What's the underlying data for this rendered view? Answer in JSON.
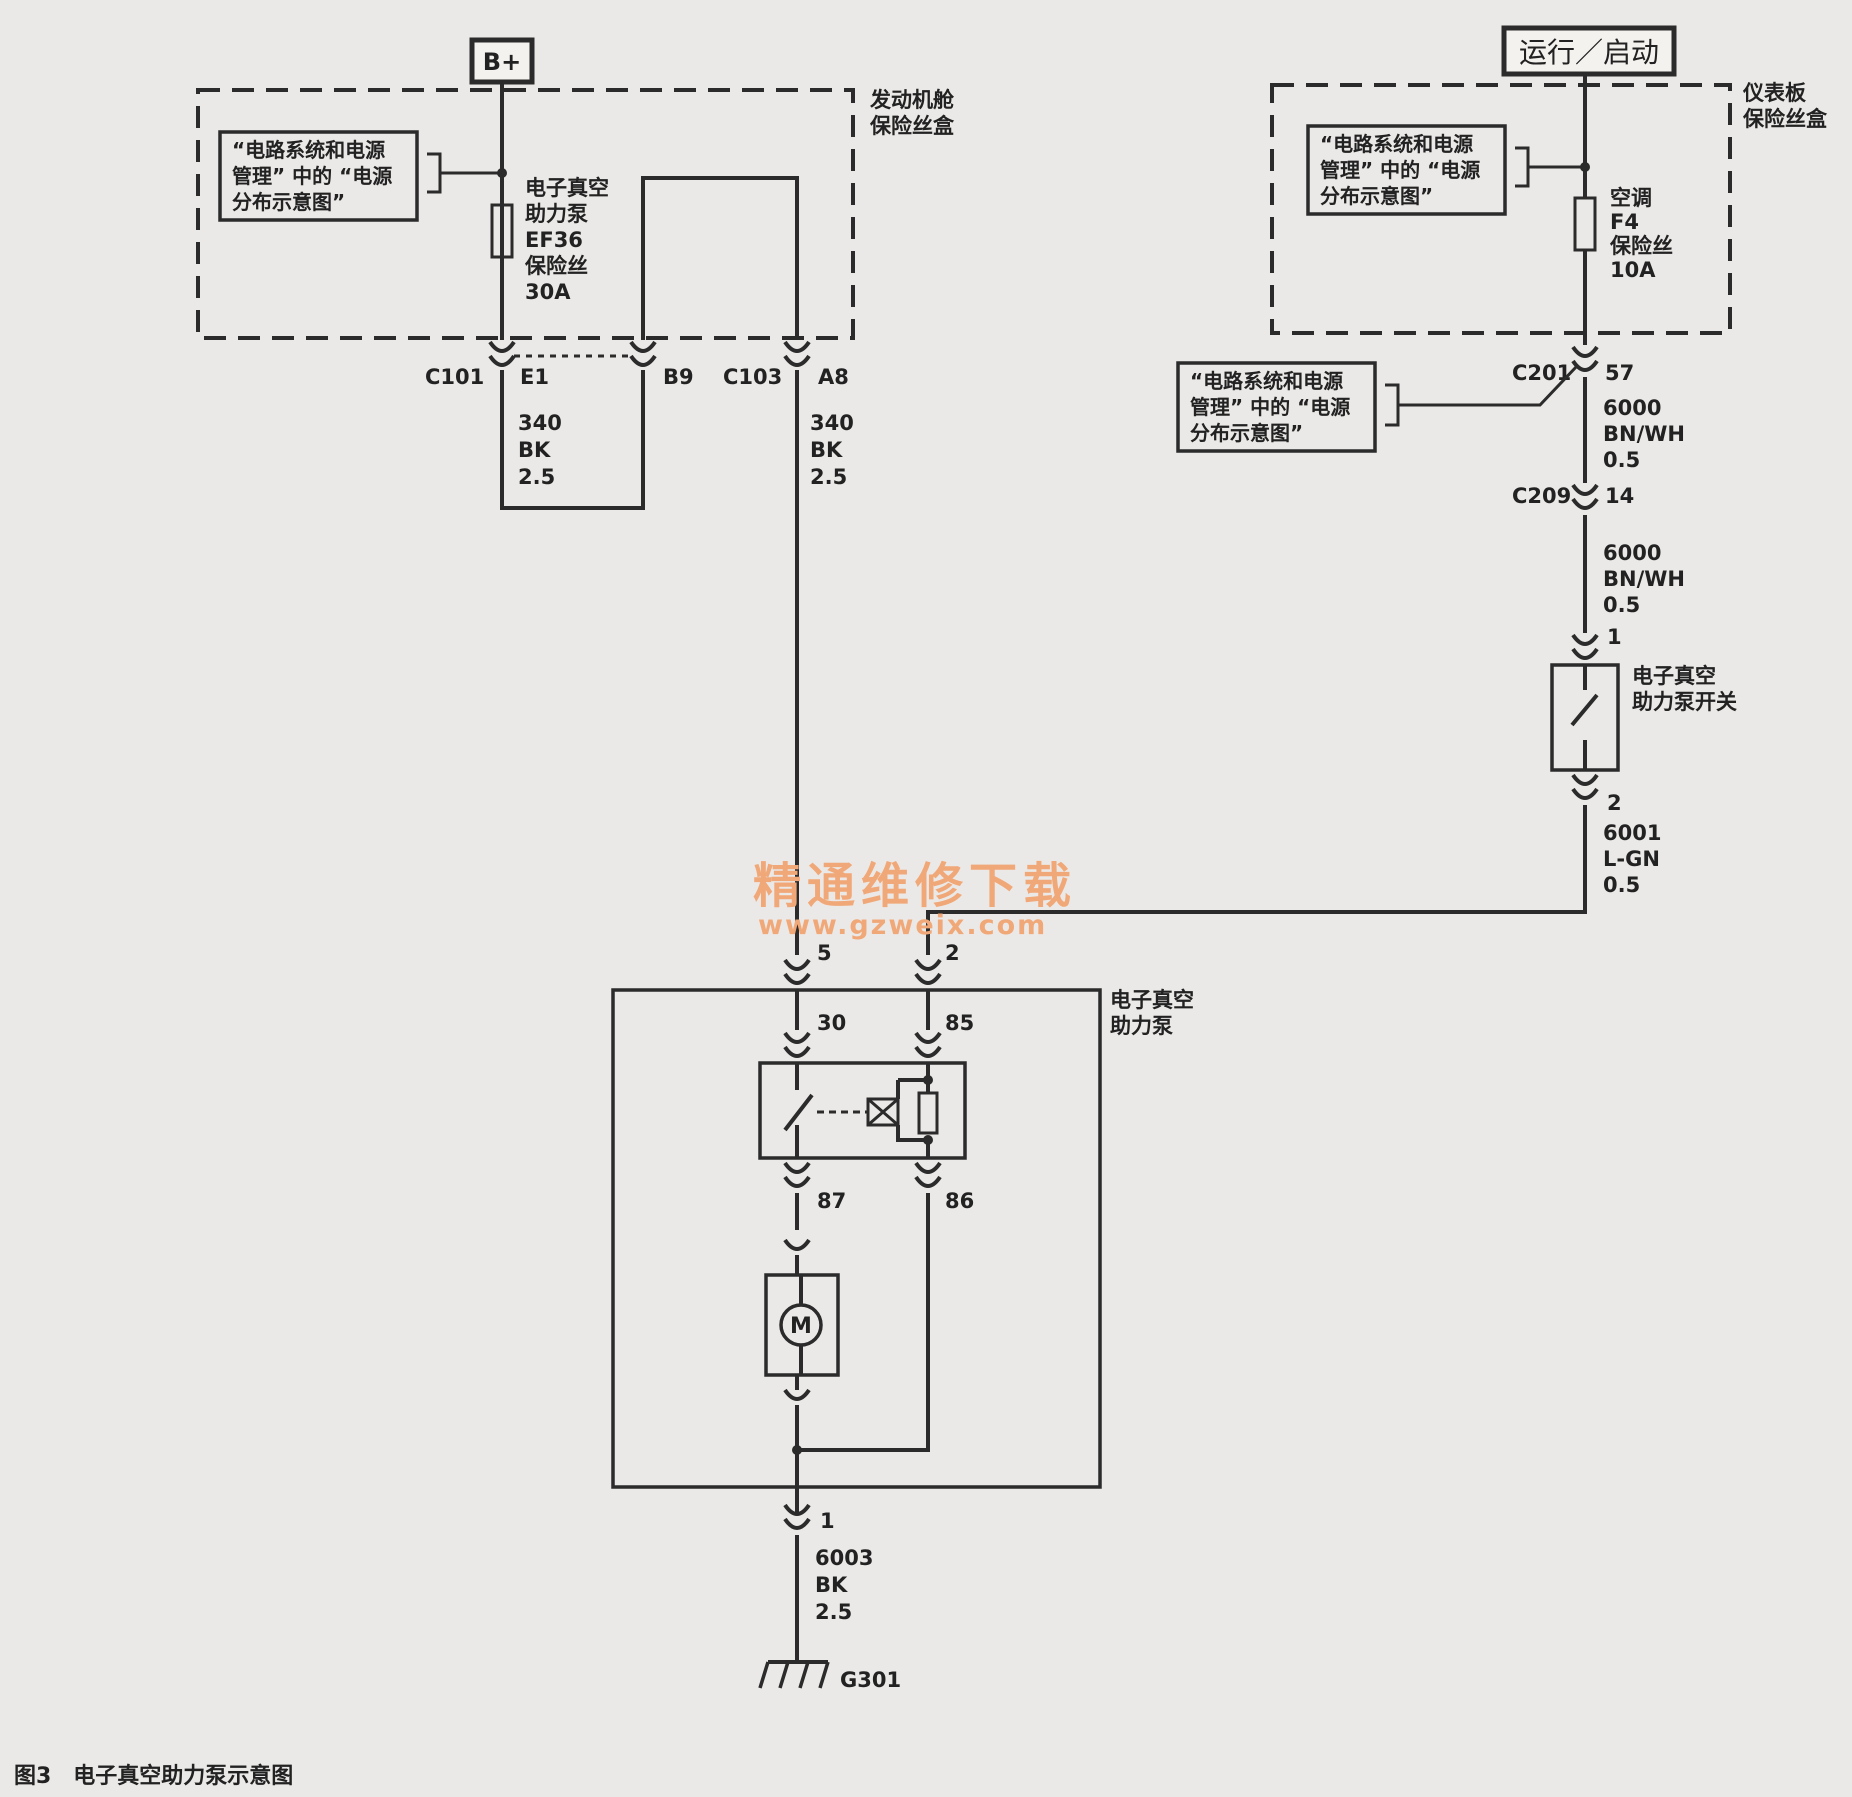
{
  "supplies": {
    "battery": "B+",
    "run_start": "运行／启动"
  },
  "fuse_boxes": {
    "engine": {
      "line1": "发动机舱",
      "line2": "保险丝盒"
    },
    "panel": {
      "line1": "仪表板",
      "line2": "保险丝盒"
    }
  },
  "references": {
    "power_dist": {
      "line1": "“电路系统和电源",
      "line2": "管理” 中的 “电源",
      "line3": "分布示意图”"
    }
  },
  "fuses": {
    "ef36": {
      "line1": "电子真空",
      "line2": "助力泵",
      "line3": "EF36",
      "line4": "保险丝",
      "line5": "30A"
    },
    "f4": {
      "line1": "空调",
      "line2": "F4",
      "line3": "保险丝",
      "line4": "10A"
    }
  },
  "connectors": {
    "c101": "C101",
    "e1": "E1",
    "b9": "B9",
    "c103": "C103",
    "a8": "A8",
    "c201": "C201",
    "pin57": "57",
    "c209": "C209",
    "pin14": "14",
    "pin1_switch": "1",
    "pin2_switch": "2",
    "pin5": "5",
    "pin2_pump": "2",
    "pin30": "30",
    "pin85": "85",
    "pin87": "87",
    "pin86": "86",
    "pin1_ground": "1"
  },
  "wires": {
    "w340_e1": {
      "circuit": "340",
      "color": "BK",
      "gauge": "2.5"
    },
    "w340_a8": {
      "circuit": "340",
      "color": "BK",
      "gauge": "2.5"
    },
    "w6000_a": {
      "circuit": "6000",
      "color": "BN/WH",
      "gauge": "0.5"
    },
    "w6000_b": {
      "circuit": "6000",
      "color": "BN/WH",
      "gauge": "0.5"
    },
    "w6001": {
      "circuit": "6001",
      "color": "L-GN",
      "gauge": "0.5"
    },
    "w6003": {
      "circuit": "6003",
      "color": "BK",
      "gauge": "2.5"
    }
  },
  "components": {
    "switch": {
      "line1": "电子真空",
      "line2": "助力泵开关"
    },
    "pump": {
      "line1": "电子真空",
      "line2": "助力泵"
    },
    "motor": "M"
  },
  "ground": "G301",
  "caption": "图3　电子真空助力泵示意图",
  "watermark": {
    "cn": "精通维修下载",
    "url": "www.gzweix.com"
  }
}
